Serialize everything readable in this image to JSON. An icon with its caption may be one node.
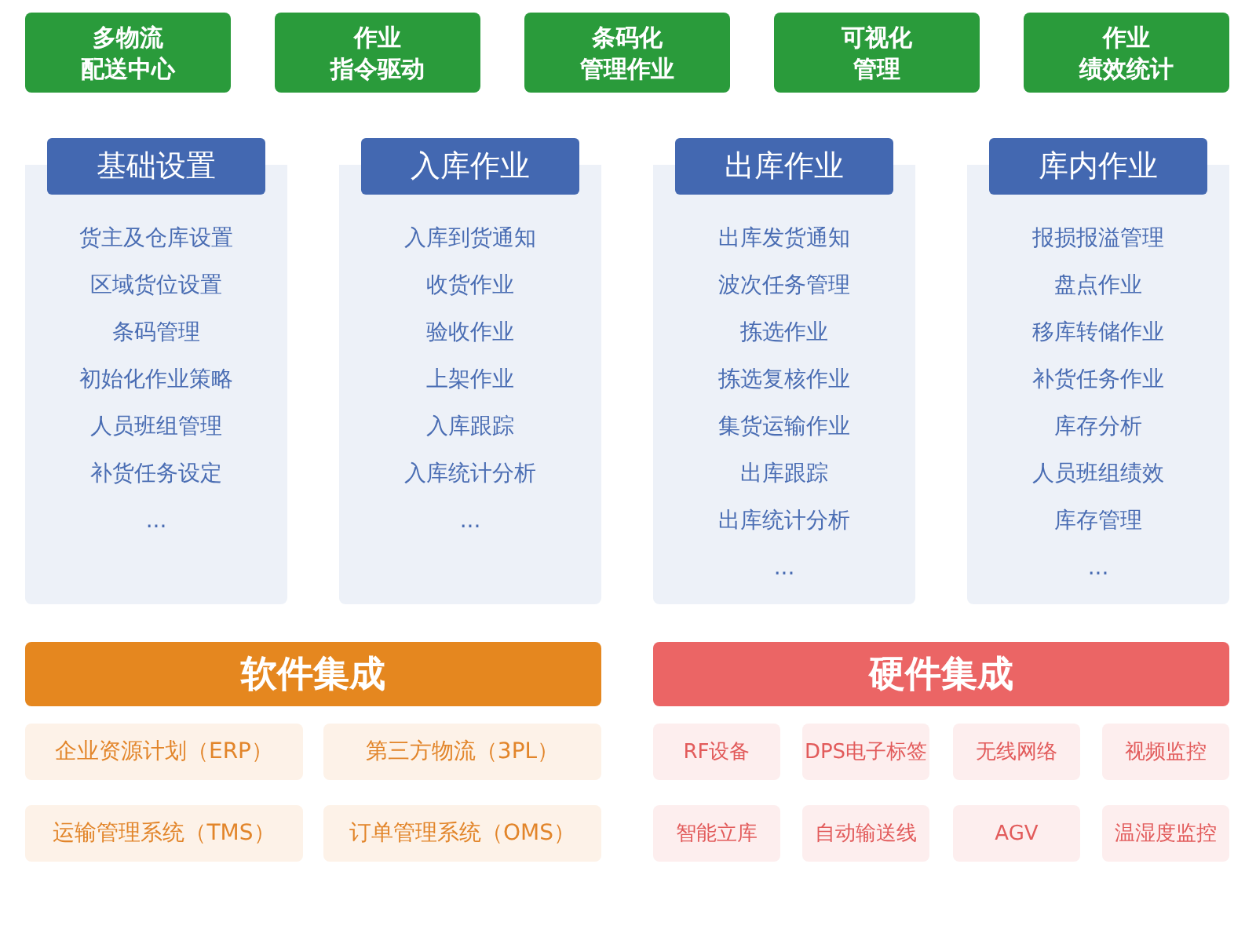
{
  "diagram": {
    "nodes": [
      {
        "text": [
          "多物流配送中心"
        ]
      },
      {
        "text": [
          "作业指令驱动"
        ]
      },
      {
        "text": [
          "条码化管理作业"
        ]
      },
      {
        "text": [
          "可视化管理"
        ]
      },
      {
        "text": [
          "作业绩效统计"
        ]
      },
      {
        "text": [
          "基础设置",
          "货主及仓库设置",
          "区域货位设置",
          "条码管理",
          "初始化作业策略",
          "人员班组管理",
          "补货任务设定",
          "..."
        ]
      },
      {
        "text": [
          "入库作业",
          "入库到货通知",
          "收货作业",
          "验收作业",
          "上架作业",
          "入库跟踪",
          "入库统计分析",
          "..."
        ]
      },
      {
        "text": [
          "出库作业",
          "出库发货通知",
          "波次任务管理",
          "拣选作业",
          "拣选复核作业",
          "集货运输作业",
          "出库跟踪",
          "出库统计分析",
          "..."
        ]
      },
      {
        "text": [
          "库内作业",
          "报损报溢管理",
          "盘点作业",
          "移库转储作业",
          "补货任务作业",
          "库存分析",
          "人员班组绩效",
          "库存管理",
          "..."
        ]
      },
      {
        "text": [
          "软件集成"
        ]
      },
      {
        "text": [
          "企业资源计划（ERP）"
        ]
      },
      {
        "text": [
          "第三方物流（3PL）"
        ]
      },
      {
        "text": [
          "运输管理系统（TMS）"
        ]
      },
      {
        "text": [
          "订单管理系统（OMS）"
        ]
      },
      {
        "text": [
          "硬件集成"
        ]
      },
      {
        "text": [
          "RF设备"
        ]
      },
      {
        "text": [
          "DPS电子标签"
        ]
      },
      {
        "text": [
          "无线网络"
        ]
      },
      {
        "text": [
          "视频监控"
        ]
      },
      {
        "text": [
          "智能立库"
        ]
      },
      {
        "text": [
          "自动输送线"
        ]
      },
      {
        "text": [
          "AGV"
        ]
      },
      {
        "text": [
          "温湿度监控"
        ]
      }
    ]
  }
}
